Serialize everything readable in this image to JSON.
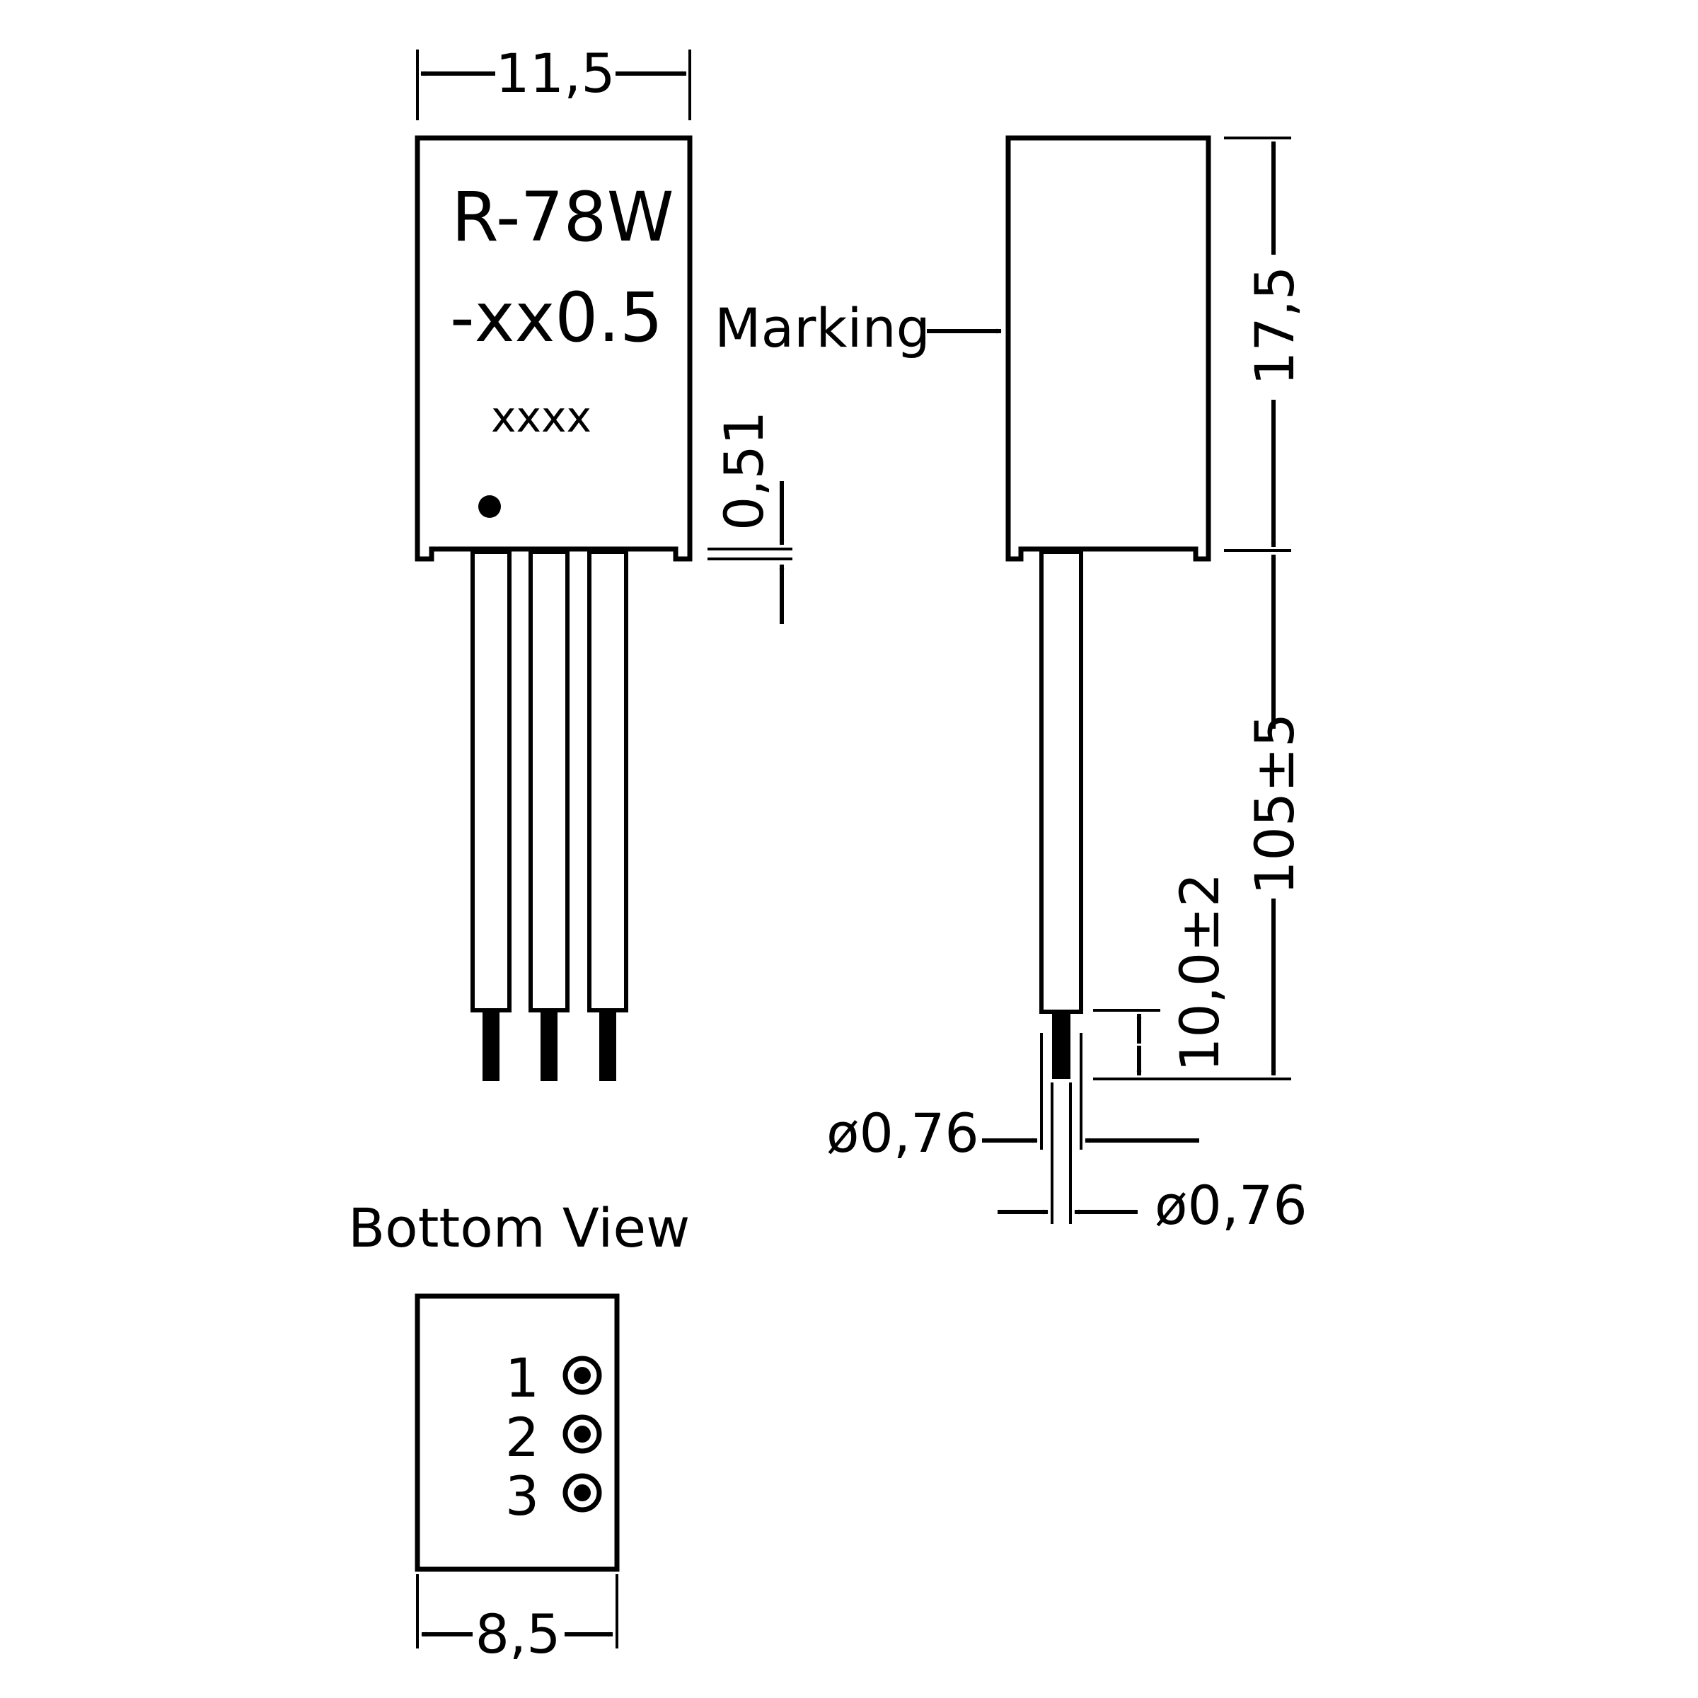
{
  "front_view": {
    "marking_line1": "R-78W",
    "marking_line2": "-xx0.5",
    "marking_line3": "xxxx",
    "width_dim": "11,5",
    "standoff_dim": "0,51"
  },
  "side_view": {
    "marking_label": "Marking",
    "height_dim": "17,5",
    "lead_length_dim": "105±5",
    "tinned_length_dim": "10,0±2",
    "lead_dia_dim_1": "ø0,76",
    "lead_dia_dim_2": "ø0,76"
  },
  "bottom_view": {
    "title": "Bottom View",
    "pins": [
      "1",
      "2",
      "3"
    ],
    "width_dim": "8,5"
  }
}
